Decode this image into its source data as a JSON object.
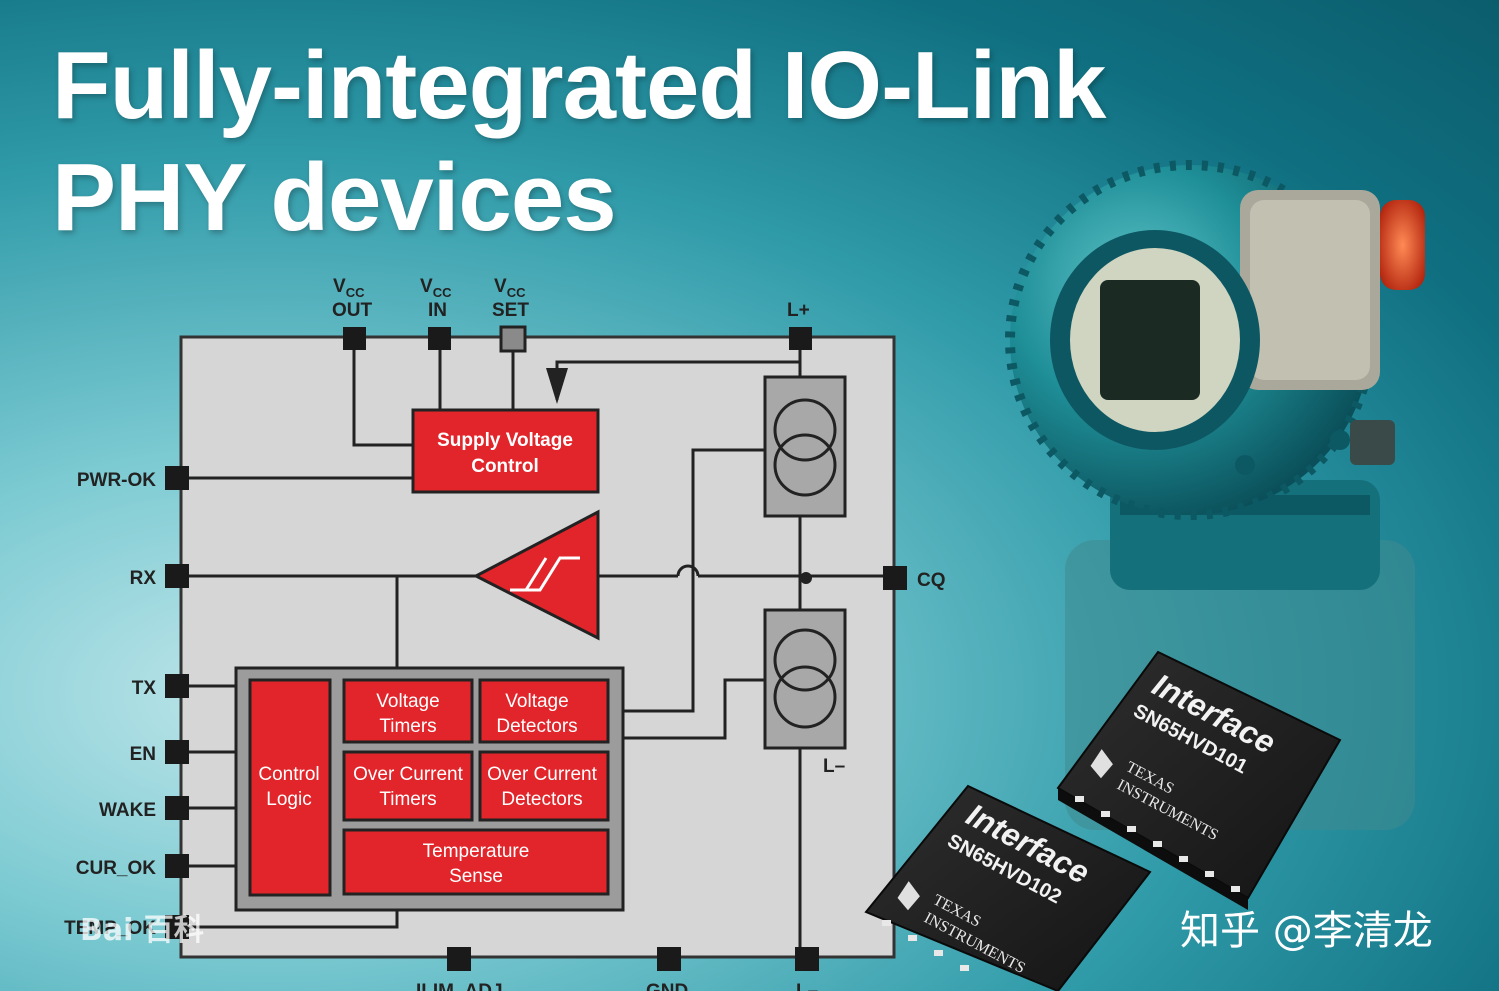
{
  "headline": {
    "line1": "Fully-integrated IO-Link",
    "line2": "PHY devices"
  },
  "top_pins": {
    "vcc_out": {
      "main": "V",
      "sub": "CC",
      "label": "OUT"
    },
    "vcc_in": {
      "main": "V",
      "sub": "CC",
      "label": "IN"
    },
    "vcc_set": {
      "main": "V",
      "sub": "CC",
      "label": "SET"
    },
    "l_plus": "L+"
  },
  "left_pins": [
    "PWR-OK",
    "RX",
    "TX",
    "EN",
    "WAKE",
    "CUR_OK",
    "TEMP_OK"
  ],
  "right_pins": {
    "cq": "CQ",
    "l_minus": "L–"
  },
  "bottom_pins": [
    "ILIM_ADJ",
    "GND",
    "L–"
  ],
  "blocks": {
    "supply_voltage_control": [
      "Supply Voltage",
      "Control"
    ],
    "control_logic": [
      "Control",
      "Logic"
    ],
    "voltage_timers": [
      "Voltage",
      "Timers"
    ],
    "voltage_detectors": [
      "Voltage",
      "Detectors"
    ],
    "over_current_timers": [
      "Over Current",
      "Timers"
    ],
    "over_current_detectors": [
      "Over Current",
      "Detectors"
    ],
    "temperature_sense": [
      "Temperature",
      "Sense"
    ]
  },
  "chips": [
    {
      "brand": "Interface",
      "part": "SN65HVD101",
      "maker": [
        "TEXAS",
        "INSTRUMENTS"
      ]
    },
    {
      "brand": "Interface",
      "part": "SN65HVD102",
      "maker": [
        "TEXAS",
        "INSTRUMENTS"
      ]
    }
  ],
  "watermarks": {
    "zhihu": "知乎 @李清龙",
    "baidu": "Bai 百科"
  },
  "colors": {
    "block_red": "#e1252a",
    "diagram_bg": "#d6d6d6",
    "pin_fill": "#1a1a1a",
    "housing_teal": "#1f8f98"
  }
}
